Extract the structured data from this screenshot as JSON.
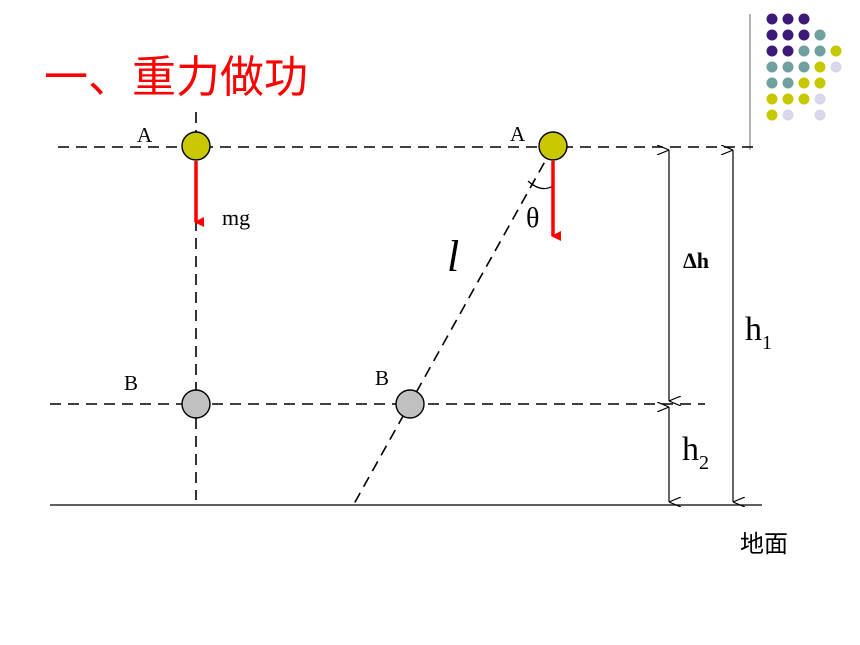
{
  "title": "一、重力做功",
  "labels": {
    "point_a_left": "A",
    "point_a_right": "A",
    "point_b_left": "B",
    "point_b_right": "B",
    "force": "mg",
    "angle": "θ",
    "length": "l",
    "delta_h": "Δh",
    "h1_base": "h",
    "h1_sub": "1",
    "h2_base": "h",
    "h2_sub": "2",
    "ground": "地面"
  },
  "colors": {
    "title": "#ff0000",
    "arrow": "#ff0000",
    "ball_top": "#c8c800",
    "ball_bottom": "#c0c0c0",
    "dot_purple": "#3d1a78",
    "dot_teal": "#6fa0a0",
    "dot_yellow": "#c8c800",
    "dot_lavender": "#d8d8ec"
  },
  "decor_dot_grid": [
    [
      "purple",
      "purple",
      "purple",
      "",
      ""
    ],
    [
      "purple",
      "purple",
      "purple",
      "teal",
      ""
    ],
    [
      "purple",
      "purple",
      "teal",
      "teal",
      "yellow"
    ],
    [
      "teal",
      "teal",
      "teal",
      "yellow",
      "lavender"
    ],
    [
      "teal",
      "teal",
      "yellow",
      "yellow",
      ""
    ],
    [
      "yellow",
      "yellow",
      "yellow",
      "lavender",
      ""
    ],
    [
      "yellow",
      "lavender",
      "",
      "lavender",
      ""
    ]
  ]
}
